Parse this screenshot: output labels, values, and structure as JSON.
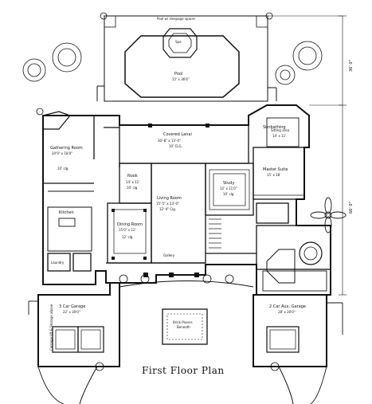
{
  "plan_title": "First Floor Plan",
  "rooms": {
    "pool_area": "Pool w/ sleepage spacer",
    "spa": "Spa",
    "pool": "Pool",
    "pool_dim": "15' x 36'6\"",
    "gathering_room": "Gathering Room",
    "gathering_dim": "20'0\" x 18'0\"",
    "gathering_clg": "10' clg.",
    "covered_lanai": "Covered Lanai",
    "lanai_dim": "30'-8\" x 13'-0\"",
    "lanai_clg": "10' CLG.",
    "nook": "Nook",
    "nook_dim": "14' x 11'",
    "nook_clg": "10' clg",
    "living_room": "Living Room",
    "living_dim": "15'-5\" x 23'-0\"",
    "living_clg": "12'-4\" Clg.",
    "study": "Study",
    "study_dim": "12' x 11'0\"",
    "study_clg": "10' clg",
    "sitting_area": "Sitting area",
    "sitting_dim": "14' x 11'",
    "master_suite": "Master Suite",
    "master_dim": "15' x 18'",
    "dining_room": "Dining Room",
    "dining_dim": "15'0\" x 12'",
    "dining_clg": "12' clg",
    "kitchen": "Kitchen",
    "laundry": "Laundry",
    "gallery": "Gallery",
    "garage_3": "3 Car Garage",
    "garage_3_dim": "22' x 30'0\"",
    "garage_2": "2 Car Aux. Garage",
    "garage_2_dim": "28' x 20'0\"",
    "brick_pavers": "Brick Pavers",
    "brick_note": "Beneath",
    "terrace_label": "Sunbathing"
  },
  "dims": {
    "right_width": "36' 0\"",
    "right_total": "66' 0\"",
    "garage_side": "Carriage lift & Storage above"
  }
}
